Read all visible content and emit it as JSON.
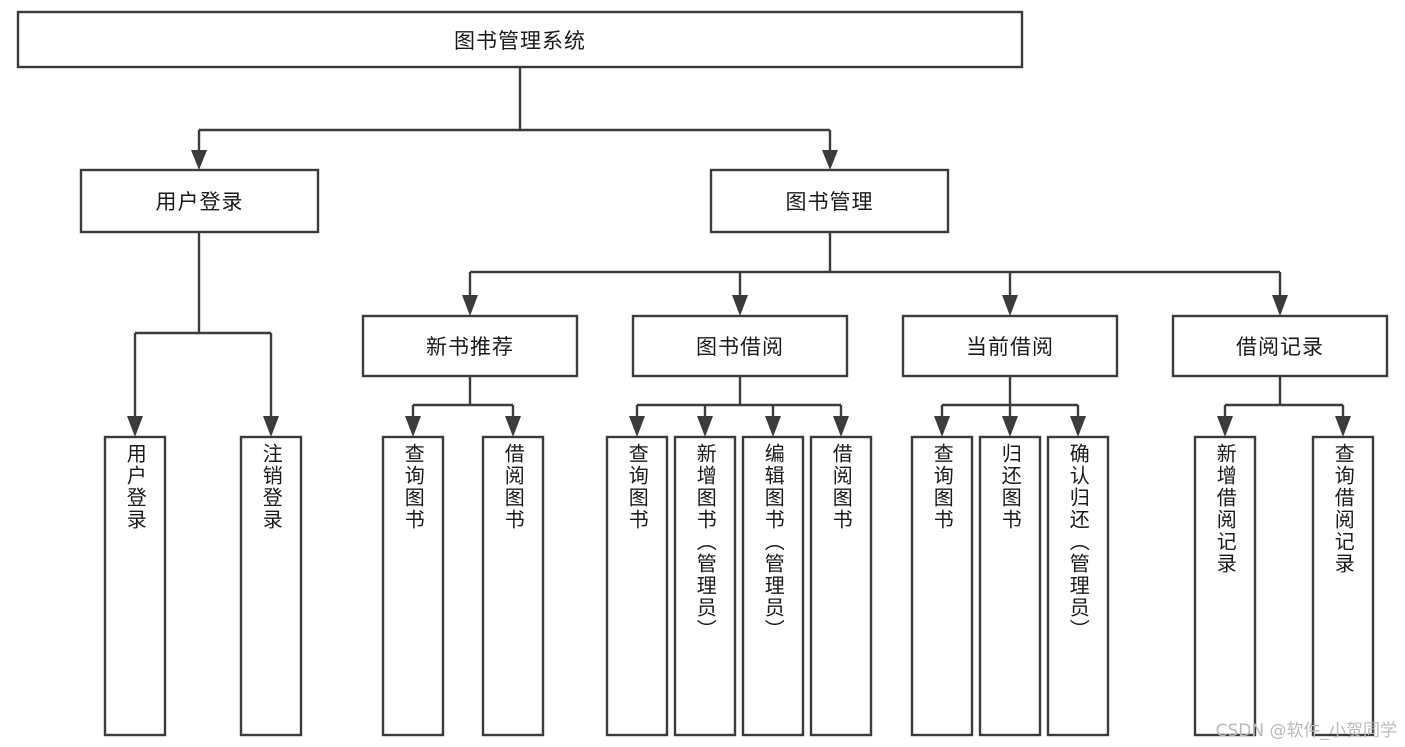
{
  "diagram": {
    "type": "tree",
    "title": "图书管理系统",
    "orientation": "top-down",
    "style": {
      "box_fill": "#ffffff",
      "box_stroke": "#3b3b3b",
      "connector_color": "#3b3b3b",
      "text_color": "#1a1a1a",
      "background": "#ffffff",
      "watermark_color": "#b9b9b9"
    },
    "nodes": {
      "root": {
        "label": "图书管理系统",
        "level": 0
      },
      "level1": [
        {
          "label": "用户登录"
        },
        {
          "label": "图书管理"
        }
      ],
      "level2": [
        {
          "label": "新书推荐"
        },
        {
          "label": "图书借阅"
        },
        {
          "label": "当前借阅"
        },
        {
          "label": "借阅记录"
        }
      ],
      "leaves": [
        {
          "label": "用户登录",
          "parent": "用户登录"
        },
        {
          "label": "注销登录",
          "parent": "用户登录"
        },
        {
          "label": "查询图书",
          "parent": "新书推荐"
        },
        {
          "label": "借阅图书",
          "parent": "新书推荐"
        },
        {
          "label": "查询图书",
          "parent": "图书借阅"
        },
        {
          "label": "新增图书（管理员）",
          "parent": "图书借阅"
        },
        {
          "label": "编辑图书（管理员）",
          "parent": "图书借阅"
        },
        {
          "label": "借阅图书",
          "parent": "图书借阅"
        },
        {
          "label": "查询图书",
          "parent": "当前借阅"
        },
        {
          "label": "归还图书",
          "parent": "当前借阅"
        },
        {
          "label": "确认归还（管理员）",
          "parent": "当前借阅"
        },
        {
          "label": "新增借阅记录",
          "parent": "借阅记录"
        },
        {
          "label": "查询借阅记录",
          "parent": "借阅记录"
        }
      ]
    }
  },
  "watermark": {
    "text": "CSDN @软件_小贺同学"
  }
}
